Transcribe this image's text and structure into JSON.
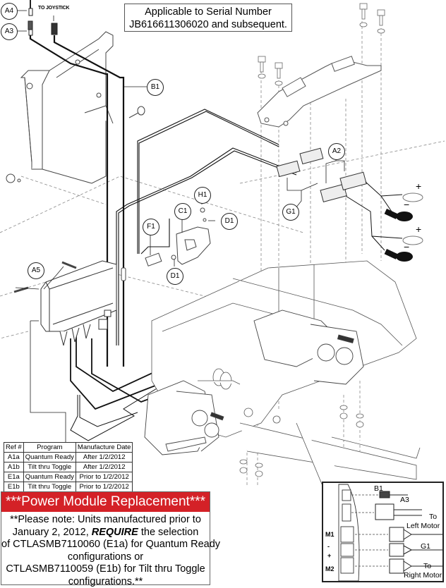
{
  "notice_header": {
    "serial_line1": "Applicable to Serial Number",
    "serial_line2": "JB616611306020 and subsequent."
  },
  "callouts": {
    "a4": "A4",
    "a3": "A3",
    "b1": "B1",
    "a5": "A5",
    "a2": "A2",
    "g1": "G1",
    "h1": "H1",
    "c1": "C1",
    "d1_top": "D1",
    "d1_bottom": "D1",
    "f1": "F1"
  },
  "labels": {
    "to_joystick": "TO JOYSTICK",
    "battery_plus_1": "+",
    "battery_minus_1": "−",
    "battery_plus_2": "+",
    "battery_minus_2": "−"
  },
  "ref_table": {
    "headers": [
      "Ref #",
      "Program",
      "Manufacture Date"
    ],
    "rows": [
      [
        "A1a",
        "Quantum Ready",
        "After 1/2/2012"
      ],
      [
        "A1b",
        "Tilt thru Toggle",
        "After 1/2/2012"
      ],
      [
        "E1a",
        "Quantum Ready",
        "Prior to 1/2/2012"
      ],
      [
        "E1b",
        "Tilt thru Toggle",
        "Prior to 1/2/2012"
      ]
    ]
  },
  "replacement_notice": {
    "title": "***Power Module Replacement***",
    "line1": "**Please note: Units manufactured prior to",
    "line2_pre": "January 2, 2012, ",
    "line2_emph": "REQUIRE",
    "line2_post": " the selection",
    "line3": "of CTLASMB7110060 (E1a) for Quantum Ready",
    "line4": "configurations or",
    "line5": "CTLASMB7110059 (E1b) for Tilt thru Toggle",
    "line6": "configurations.**"
  },
  "inset": {
    "b1": "B1",
    "a3": "A3",
    "to_left_line1": "To",
    "to_left_line2": "Left Motor",
    "g1": "G1",
    "to_right_line1": "To",
    "to_right_line2": "Right Motor",
    "m1": "M1",
    "minus": "-",
    "plus": "+",
    "m2": "M2"
  },
  "colors": {
    "banner_red": "#d42127"
  }
}
